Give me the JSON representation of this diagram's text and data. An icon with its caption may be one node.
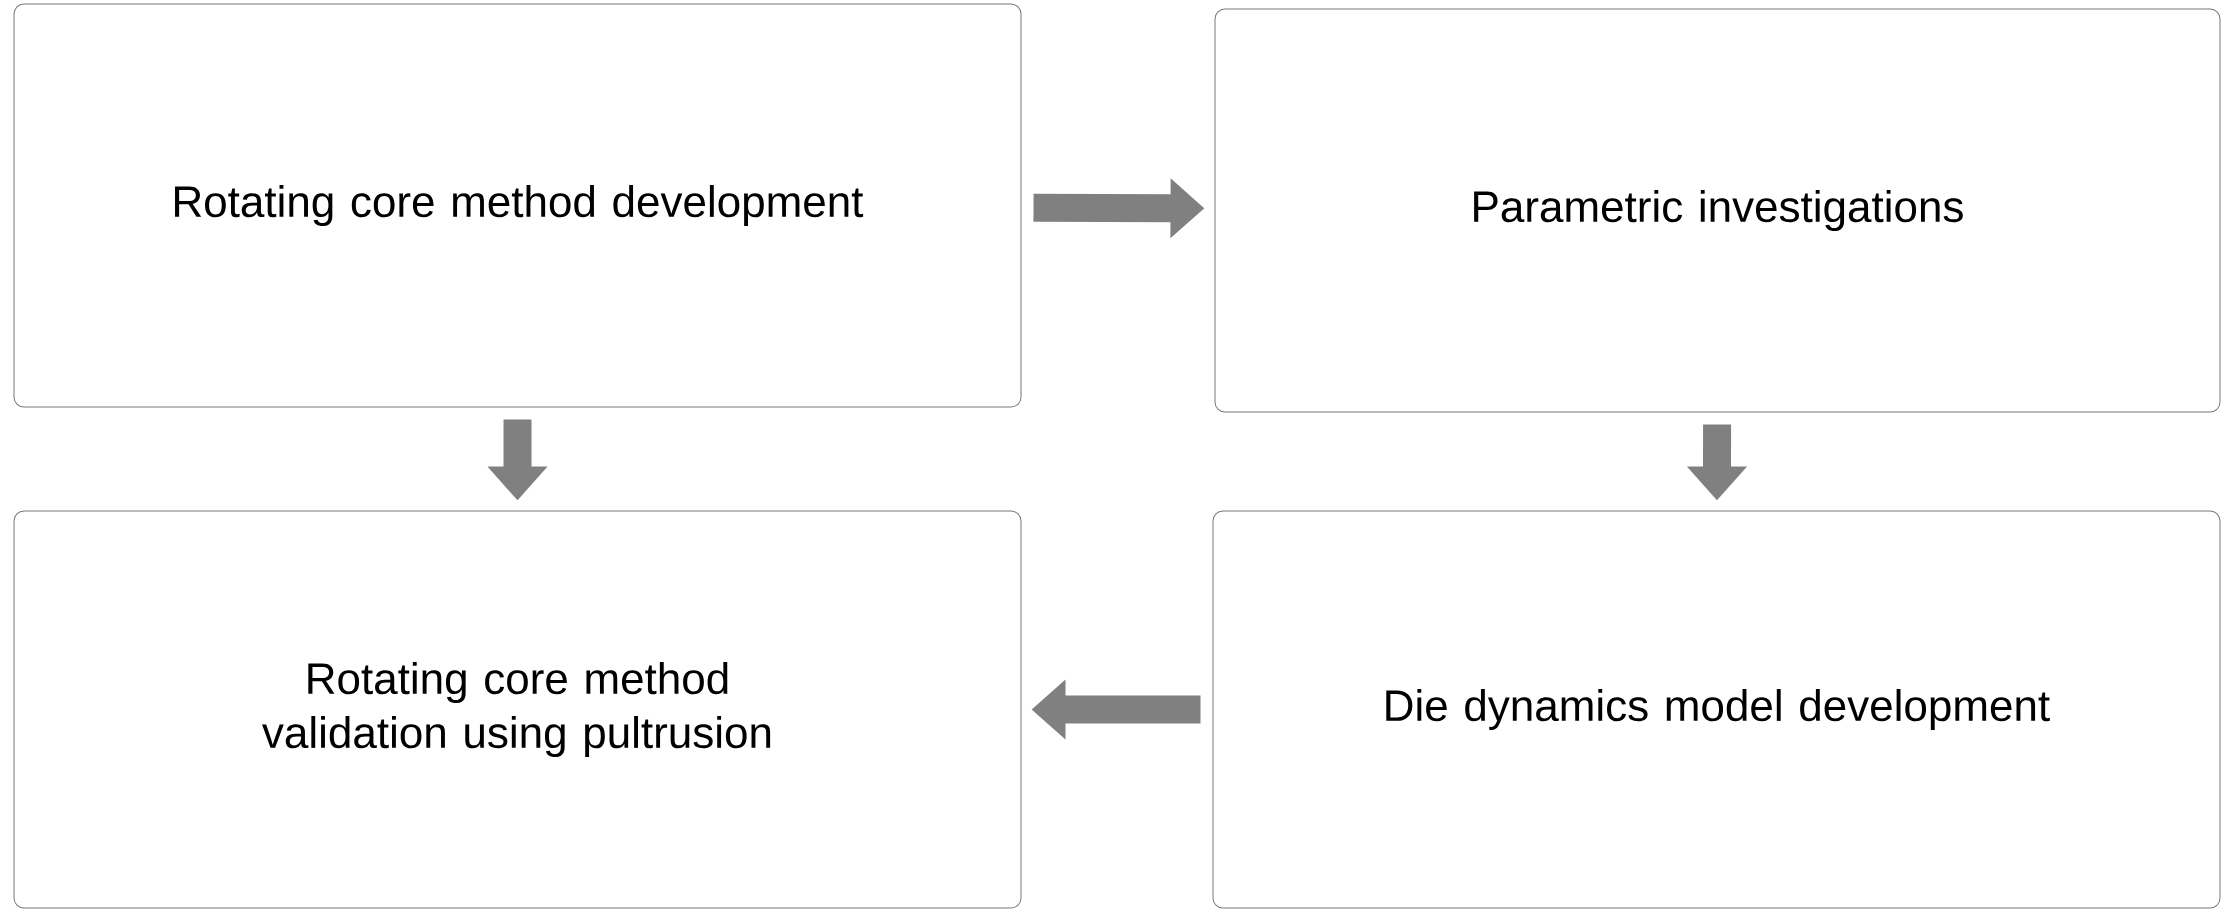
{
  "diagram": {
    "nodes": [
      {
        "text": [
          "Rotating core method development"
        ]
      },
      {
        "text": [
          "Parametric investigations"
        ]
      },
      {
        "text": [
          "Rotating core method validation using pultrusion"
        ]
      },
      {
        "text": [
          "Die dynamics model development"
        ]
      }
    ],
    "edges": [
      {
        "from": 0,
        "to": 1,
        "arrow": "to"
      },
      {
        "from": 0,
        "to": 2,
        "arrow": "to"
      },
      {
        "from": 1,
        "to": 3,
        "arrow": "to"
      },
      {
        "from": 3,
        "to": 2,
        "arrow": "to"
      }
    ]
  }
}
